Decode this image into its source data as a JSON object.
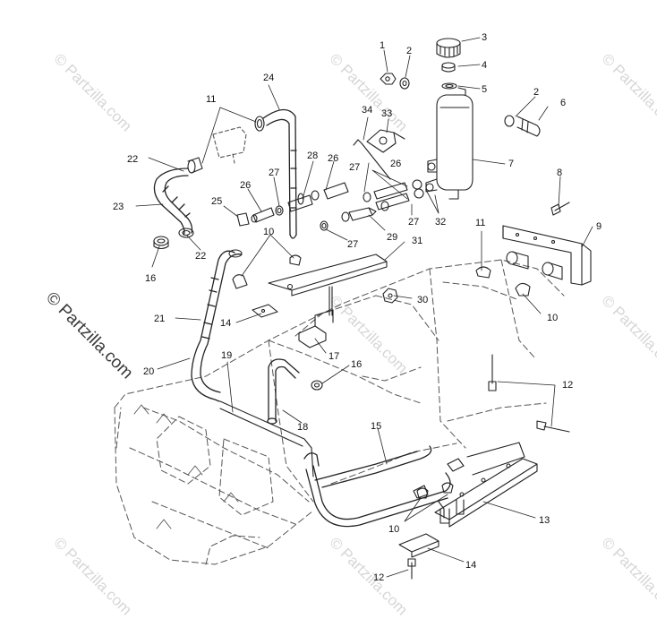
{
  "watermark": {
    "small_text": "© Partzilla.com",
    "large_text": "© Partzilla.com"
  },
  "colors": {
    "line": "#222222",
    "ghost": "#555555",
    "watermark": "#d6d6d6",
    "background": "#ffffff"
  },
  "callouts": [
    {
      "id": "c1",
      "label": "1"
    },
    {
      "id": "c2",
      "label": "2"
    },
    {
      "id": "c3",
      "label": "3"
    },
    {
      "id": "c4",
      "label": "4"
    },
    {
      "id": "c5",
      "label": "5"
    },
    {
      "id": "c2b",
      "label": "2"
    },
    {
      "id": "c6",
      "label": "6"
    },
    {
      "id": "c7",
      "label": "7"
    },
    {
      "id": "c8",
      "label": "8"
    },
    {
      "id": "c9",
      "label": "9"
    },
    {
      "id": "c11a",
      "label": "11"
    },
    {
      "id": "c24",
      "label": "24"
    },
    {
      "id": "c34",
      "label": "34"
    },
    {
      "id": "c33",
      "label": "33"
    },
    {
      "id": "c22a",
      "label": "22"
    },
    {
      "id": "c23",
      "label": "23"
    },
    {
      "id": "c22b",
      "label": "22"
    },
    {
      "id": "c16a",
      "label": "16"
    },
    {
      "id": "c25",
      "label": "25"
    },
    {
      "id": "c26a",
      "label": "26"
    },
    {
      "id": "c27a",
      "label": "27"
    },
    {
      "id": "c28",
      "label": "28"
    },
    {
      "id": "c26b",
      "label": "26"
    },
    {
      "id": "c27b",
      "label": "27"
    },
    {
      "id": "c26c",
      "label": "26"
    },
    {
      "id": "c27c",
      "label": "27"
    },
    {
      "id": "c32",
      "label": "32"
    },
    {
      "id": "c29",
      "label": "29"
    },
    {
      "id": "c27d",
      "label": "27"
    },
    {
      "id": "c31",
      "label": "31"
    },
    {
      "id": "c10a",
      "label": "10"
    },
    {
      "id": "c11b",
      "label": "11"
    },
    {
      "id": "c10b",
      "label": "10"
    },
    {
      "id": "c30",
      "label": "30"
    },
    {
      "id": "c21",
      "label": "21"
    },
    {
      "id": "c14a",
      "label": "14"
    },
    {
      "id": "c17",
      "label": "17"
    },
    {
      "id": "c20",
      "label": "20"
    },
    {
      "id": "c19",
      "label": "19"
    },
    {
      "id": "c16b",
      "label": "16"
    },
    {
      "id": "c18",
      "label": "18"
    },
    {
      "id": "c12a",
      "label": "12"
    },
    {
      "id": "c15",
      "label": "15"
    },
    {
      "id": "c13",
      "label": "13"
    },
    {
      "id": "c10c",
      "label": "10"
    },
    {
      "id": "c14b",
      "label": "14"
    },
    {
      "id": "c12b",
      "label": "12"
    }
  ]
}
